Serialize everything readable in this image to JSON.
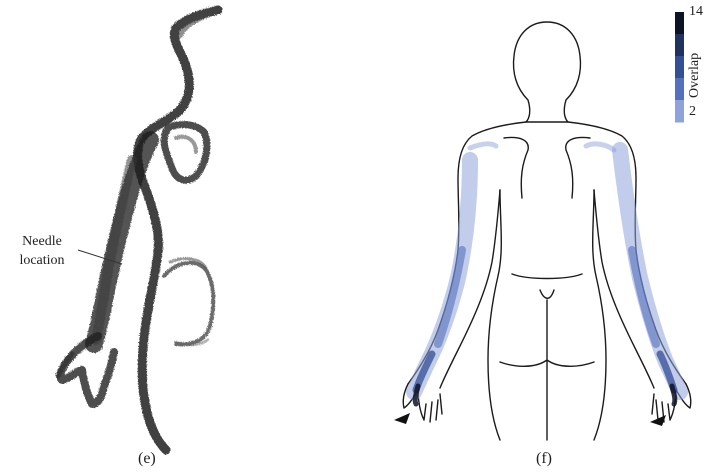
{
  "panels": {
    "e": {
      "label": "(e)"
    },
    "f": {
      "label": "(f)"
    }
  },
  "annotation": {
    "needle_line1": "Needle",
    "needle_line2": "location"
  },
  "colorbar": {
    "title": "Overlap",
    "max_label": "14",
    "min_label": "2",
    "bands": [
      "#0d1425",
      "#1f335f",
      "#334f95",
      "#5571bd",
      "#8fa3db"
    ]
  },
  "markers": [
    "left-wrist-arrow",
    "right-wrist-arrow"
  ]
}
